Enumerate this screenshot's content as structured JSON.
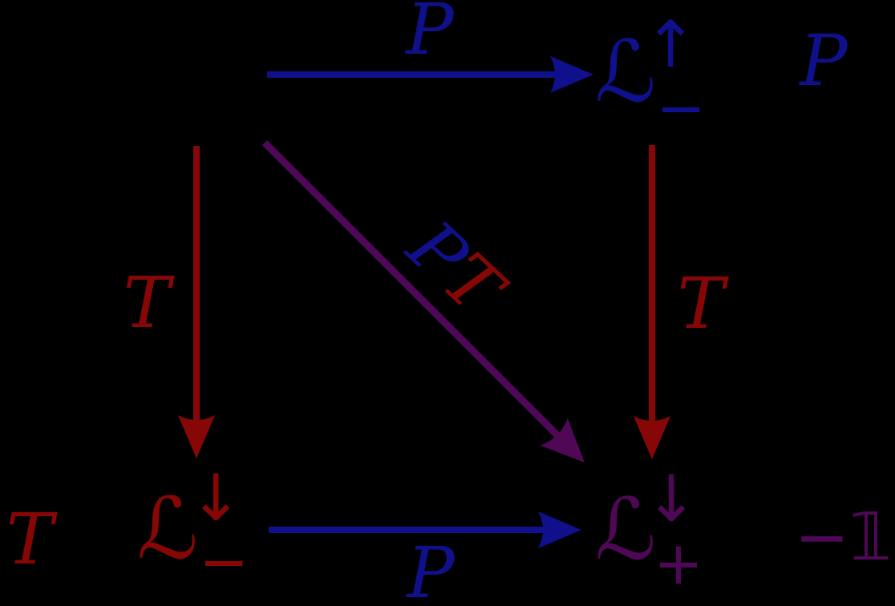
{
  "colors": {
    "background": "#000000",
    "parity_blue": "#10108C",
    "time_red": "#870606",
    "pt_purple": "#4E0855"
  },
  "arrows": {
    "top_parity": {
      "label": "P"
    },
    "bottom_parity": {
      "label": "P"
    },
    "left_time": {
      "label": "T"
    },
    "right_time": {
      "label": "T"
    },
    "diagonal_pt": {
      "label_parity": "P",
      "label_time": "T"
    }
  },
  "nodes": {
    "top_right": {
      "base": "ℒ",
      "sup": "↑",
      "sub": "−",
      "annotation": "P"
    },
    "bottom_left": {
      "base": "ℒ",
      "sup": "↓",
      "sub": "−",
      "annotation": "T"
    },
    "bottom_right": {
      "base": "ℒ",
      "sup": "↓",
      "sub": "+",
      "annotation": "−𝟙"
    }
  }
}
